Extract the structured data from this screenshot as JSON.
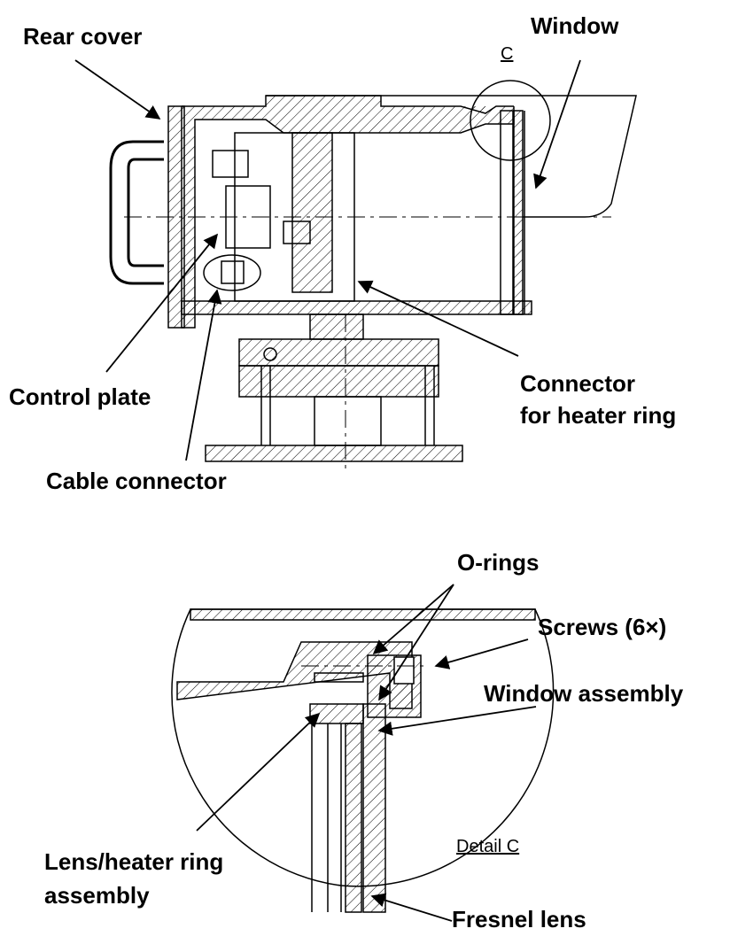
{
  "labels": {
    "rear_cover": "Rear cover",
    "window": "Window",
    "section_marker": "C",
    "control_plate": "Control plate",
    "cable_connector": "Cable connector",
    "connector_heater_line1": "Connector",
    "connector_heater_line2": "for heater ring",
    "o_rings": "O-rings",
    "screws": "Screws (6×)",
    "window_assembly": "Window assembly",
    "detail_caption": "Detail C",
    "lens_heater_line1": "Lens/heater ring",
    "lens_heater_line2": "assembly",
    "fresnel_lens": "Fresnel lens"
  }
}
